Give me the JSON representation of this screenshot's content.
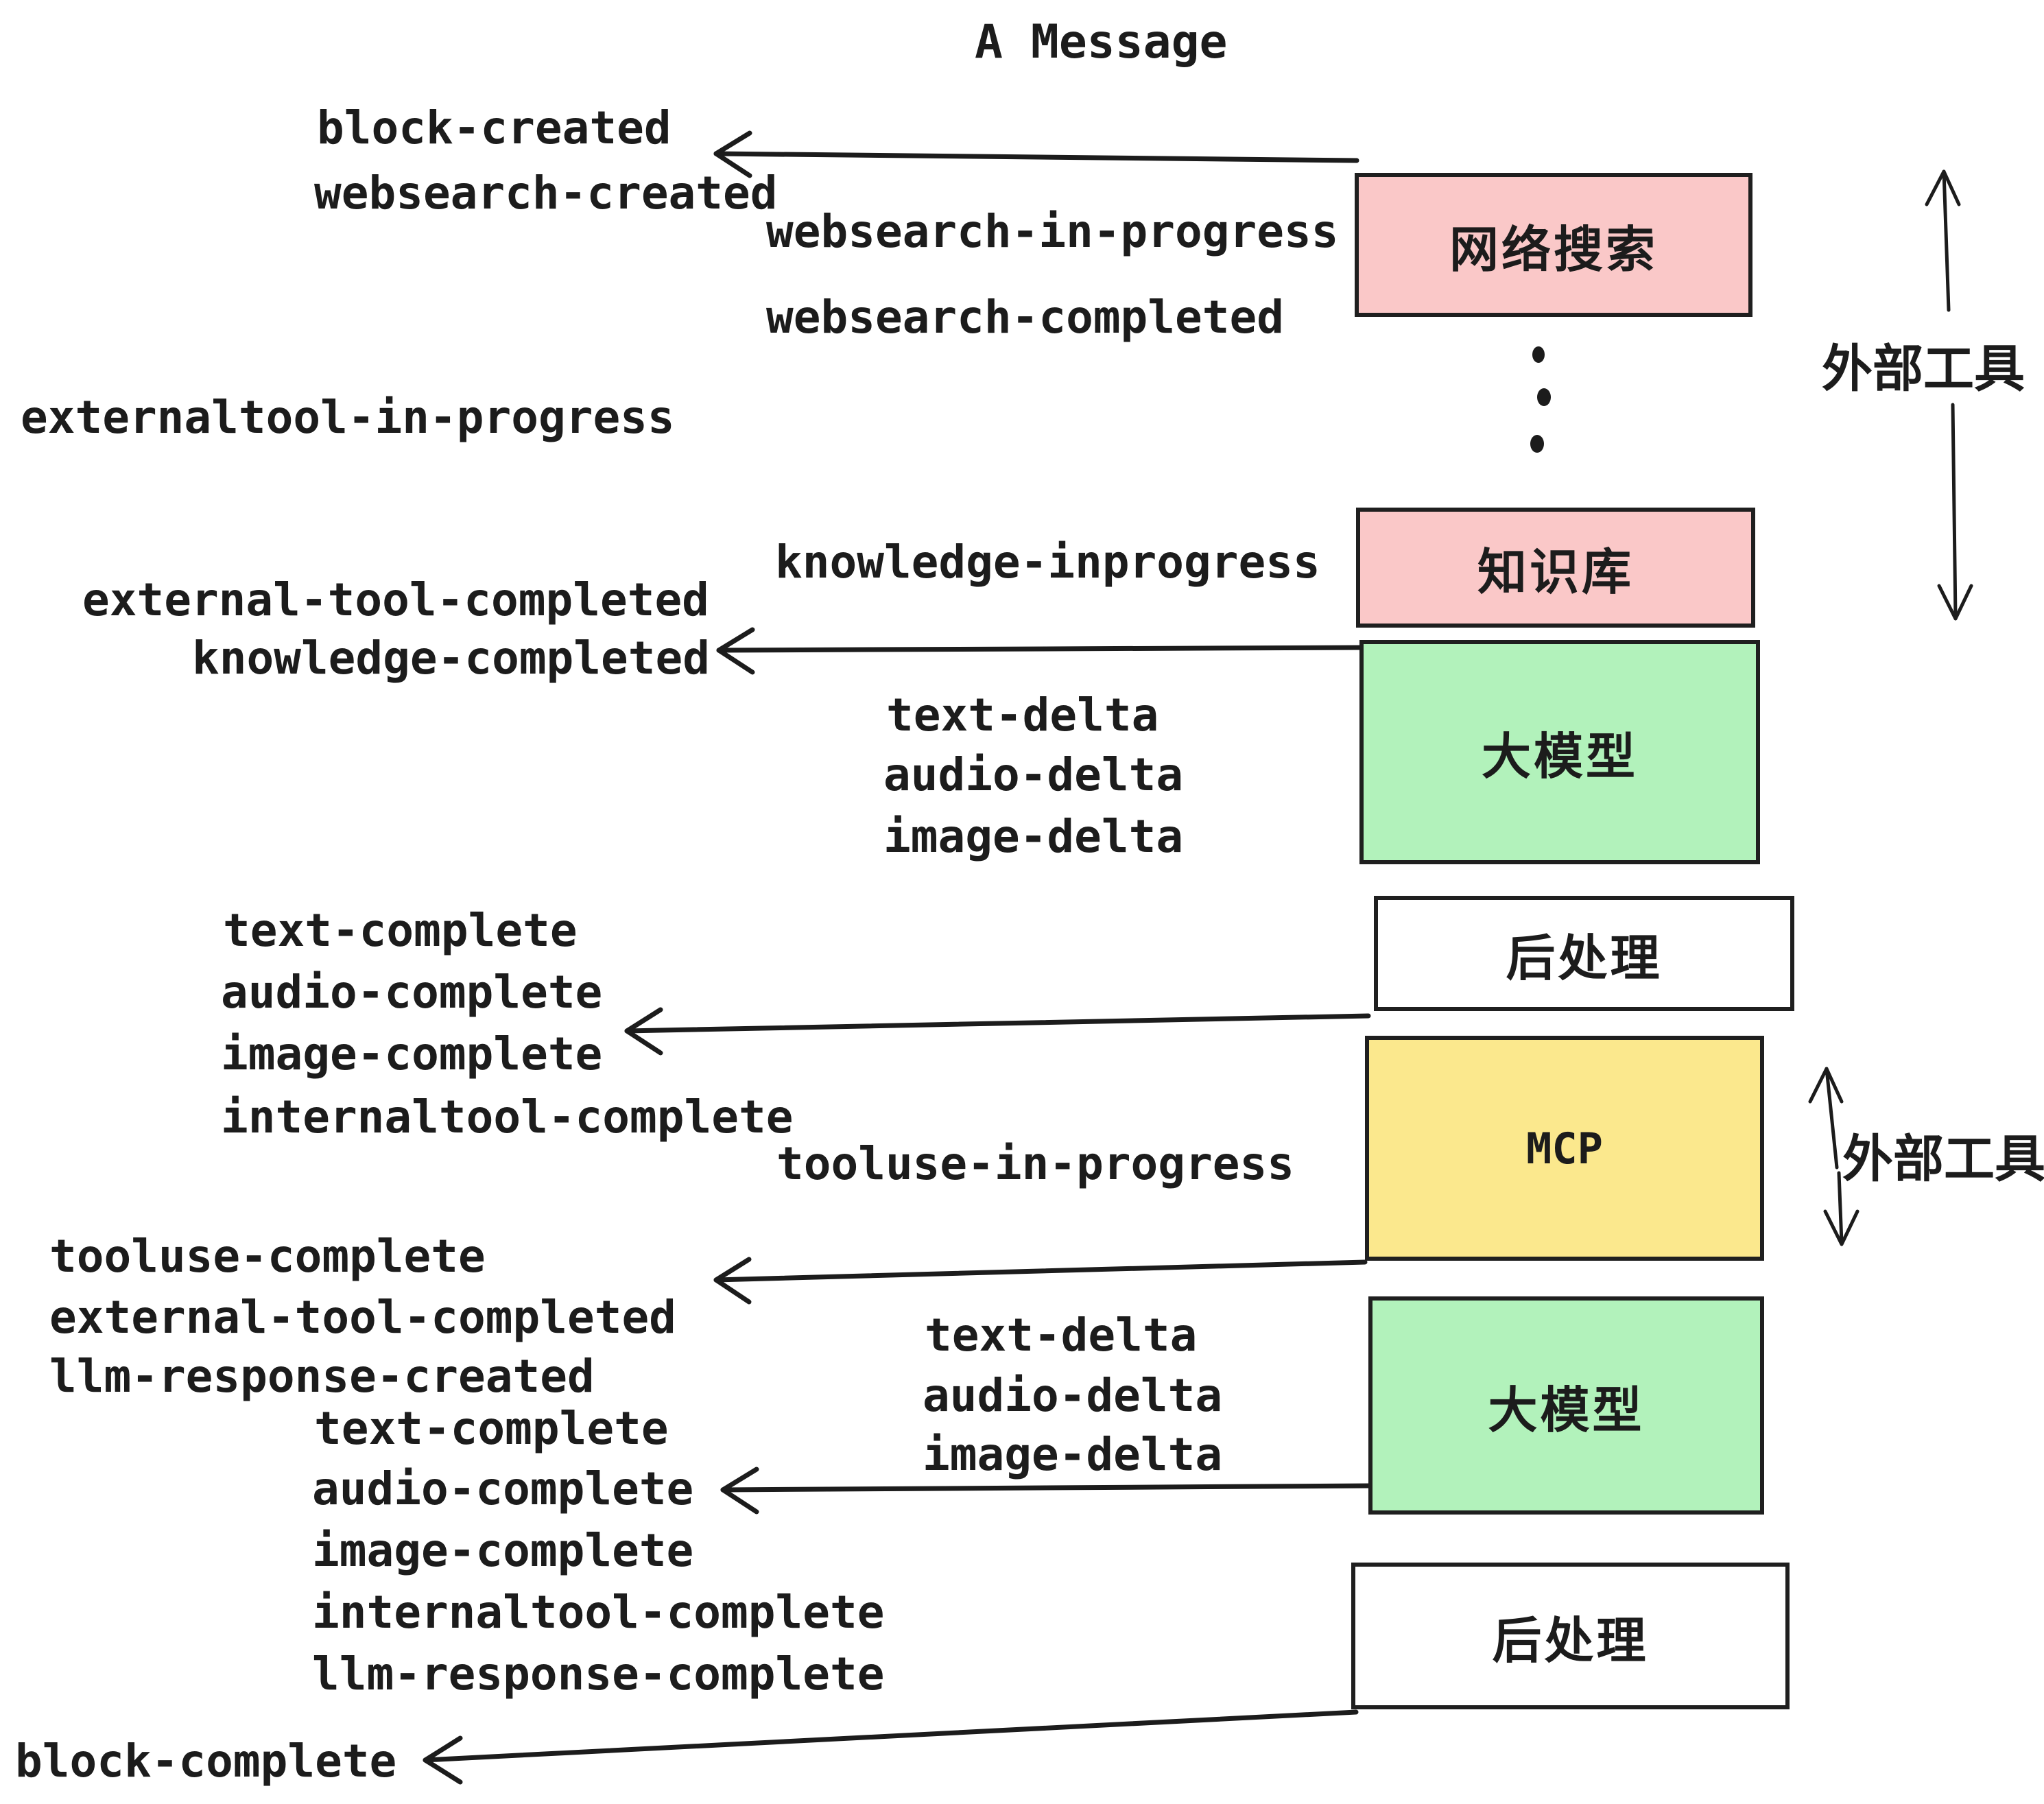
{
  "title": "A Message",
  "events": {
    "block_created": "block-created",
    "websearch_created": "websearch-created",
    "websearch_in_progress": "websearch-in-progress",
    "websearch_completed": "websearch-completed",
    "externaltool_in_progress": "externaltool-in-progress",
    "knowledge_inprogress": "knowledge-inprogress",
    "external_tool_completed": "external-tool-completed",
    "knowledge_completed": "knowledge-completed",
    "text_delta": "text-delta",
    "audio_delta": "audio-delta",
    "image_delta": "image-delta",
    "text_complete": "text-complete",
    "audio_complete": "audio-complete",
    "image_complete": "image-complete",
    "internaltool_complete": "internaltool-complete",
    "tooluse_in_progress": "tooluse-in-progress",
    "tooluse_complete": "tooluse-complete",
    "llm_response_created": "llm-response-created",
    "llm_response_complete": "llm-response-complete",
    "block_complete": "block-complete"
  },
  "boxes": {
    "websearch": {
      "label": "网络搜索",
      "fill": "#fac8c8"
    },
    "knowledge": {
      "label": "知识库",
      "fill": "#fac8c8"
    },
    "llm": {
      "label": "大模型",
      "fill": "#b2f2bb"
    },
    "post": {
      "label": "后处理",
      "fill": "#ffffff"
    },
    "mcp": {
      "label": "MCP",
      "fill": "#fbe88d"
    }
  },
  "annotations": {
    "external_tools": "外部工具"
  },
  "colors": {
    "ink": "#1c1c1c",
    "border": "#1f1f1f",
    "pink": "#fac8c8",
    "green": "#b2f2bb",
    "yellow": "#fbe88d"
  }
}
